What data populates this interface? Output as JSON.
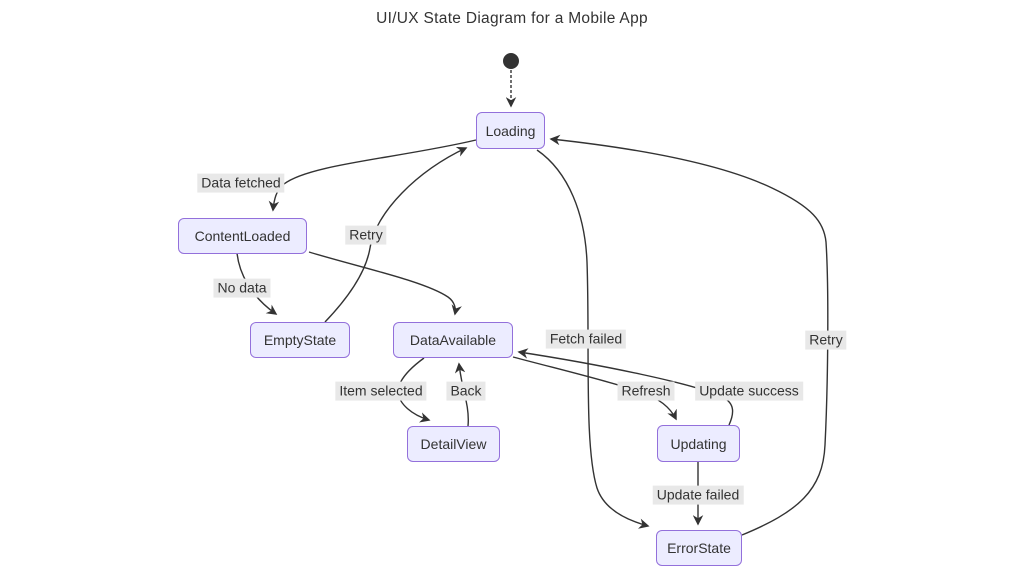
{
  "title": "UI/UX State Diagram for a Mobile App",
  "diagram": {
    "type": "state-diagram",
    "states": {
      "loading": {
        "label": "Loading"
      },
      "contentLoaded": {
        "label": "ContentLoaded"
      },
      "emptyState": {
        "label": "EmptyState"
      },
      "dataAvailable": {
        "label": "DataAvailable"
      },
      "detailView": {
        "label": "DetailView"
      },
      "updating": {
        "label": "Updating"
      },
      "errorState": {
        "label": "ErrorState"
      }
    },
    "transitions": {
      "init_loading": {
        "from": "[*]",
        "to": "Loading",
        "label": ""
      },
      "loading_contentLoaded": {
        "from": "Loading",
        "to": "ContentLoaded",
        "label": "Data fetched"
      },
      "contentLoaded_emptyState": {
        "from": "ContentLoaded",
        "to": "EmptyState",
        "label": "No data"
      },
      "contentLoaded_dataAvailable": {
        "from": "ContentLoaded",
        "to": "DataAvailable",
        "label": ""
      },
      "emptyState_loading": {
        "from": "EmptyState",
        "to": "Loading",
        "label": "Retry"
      },
      "dataAvailable_detailView": {
        "from": "DataAvailable",
        "to": "DetailView",
        "label": "Item selected"
      },
      "detailView_dataAvailable": {
        "from": "DetailView",
        "to": "DataAvailable",
        "label": "Back"
      },
      "dataAvailable_updating": {
        "from": "DataAvailable",
        "to": "Updating",
        "label": "Refresh"
      },
      "updating_dataAvailable": {
        "from": "Updating",
        "to": "DataAvailable",
        "label": "Update success"
      },
      "loading_errorState": {
        "from": "Loading",
        "to": "ErrorState",
        "label": "Fetch failed"
      },
      "updating_errorState": {
        "from": "Updating",
        "to": "ErrorState",
        "label": "Update failed"
      },
      "errorState_loading": {
        "from": "ErrorState",
        "to": "Loading",
        "label": "Retry"
      }
    },
    "colors": {
      "state_fill": "#ECECFF",
      "state_border": "#9370DB",
      "edge_stroke": "#333333",
      "edge_label_bg": "#e8e8e8",
      "text": "#333333",
      "initial_dot": "#333333",
      "background": "#ffffff"
    }
  }
}
